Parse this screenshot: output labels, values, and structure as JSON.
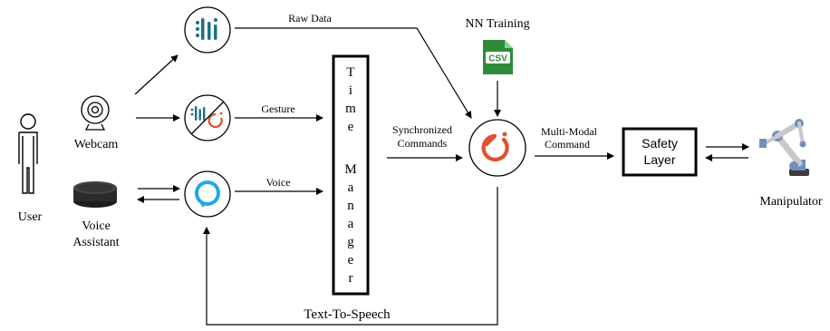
{
  "nodes": {
    "user": "User",
    "webcam": "Webcam",
    "voice_assistant": [
      "Voice",
      "Assistant"
    ],
    "time_manager_letters": [
      "T",
      "i",
      "m",
      "e",
      "M",
      "a",
      "n",
      "a",
      "g",
      "e",
      "r"
    ],
    "nn_training": "NN Training",
    "csv_badge": "CSV",
    "safety_layer": [
      "Safety",
      "Layer"
    ],
    "manipulator": "Manipulator"
  },
  "edges": {
    "raw_data": "Raw Data",
    "gesture": "Gesture",
    "voice": "Voice",
    "synchronized_commands": [
      "Synchronized",
      "Commands"
    ],
    "multimodal_command": [
      "Multi-Modal",
      "Command"
    ],
    "text_to_speech": "Text-To-Speech"
  },
  "colors": {
    "mediapipe_teal": "#1b6f86",
    "pytorch_orange": "#e0502e",
    "alexa_blue": "#20a8e4",
    "csv_green": "#2e8b3a",
    "robot_blue": "#6f8fbd",
    "robot_grey": "#c8c8c8"
  }
}
